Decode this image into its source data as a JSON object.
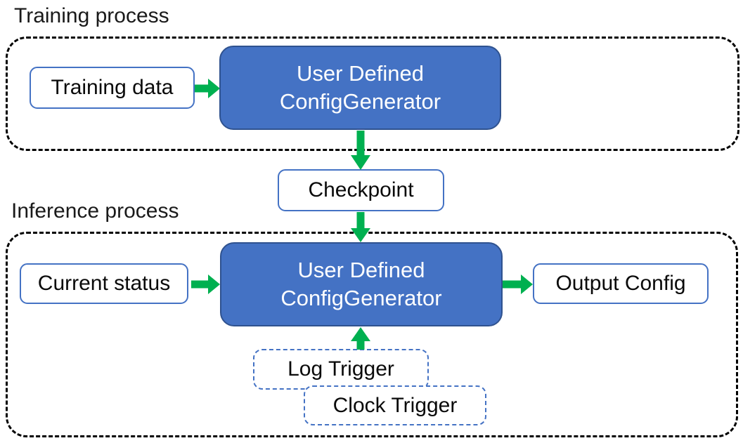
{
  "colors": {
    "generator_fill": "#4472C4",
    "generator_border": "#2F528F",
    "box_border": "#4472C4",
    "trigger_border": "#4472C4",
    "arrow_green": "#00B050",
    "container_dash": "#000000"
  },
  "training": {
    "section_label": "Training process",
    "input_label": "Training data",
    "generator_line1": "User Defined",
    "generator_line2": "ConfigGenerator"
  },
  "checkpoint_label": "Checkpoint",
  "inference": {
    "section_label": "Inference process",
    "input_label": "Current status",
    "generator_line1": "User Defined",
    "generator_line2": "ConfigGenerator",
    "output_label": "Output Config",
    "trigger1_label": "Log Trigger",
    "trigger2_label": "Clock Trigger"
  }
}
